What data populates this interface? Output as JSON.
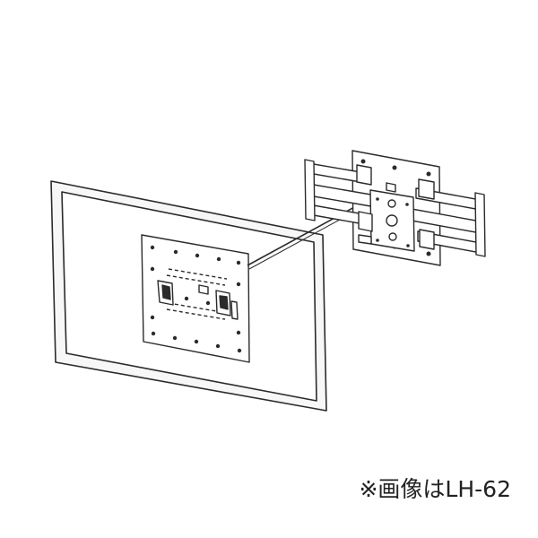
{
  "caption": "※画像はLH-62",
  "colors": {
    "line": "#2b2b2b",
    "tv_frame_fill": "#f4f4f4",
    "plate_fill": "#ffffff",
    "background": "#ffffff"
  },
  "icons": {
    "tv": "tv-screen-outline",
    "mount": "articulating-wall-mount-bracket",
    "plate": "vesa-adapter-plate"
  }
}
